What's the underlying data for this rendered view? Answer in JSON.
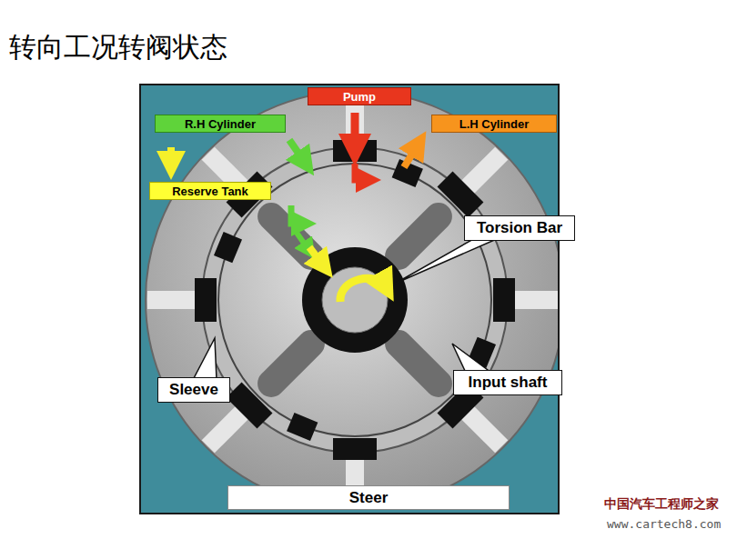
{
  "diagram": {
    "title": "转向工况转阀状态",
    "nodes": [
      {
        "text": [
          "Pump"
        ]
      },
      {
        "text": [
          "R.H Cylinder"
        ]
      },
      {
        "text": [
          "L.H Cylinder"
        ]
      },
      {
        "text": [
          "Reserve Tank"
        ]
      },
      {
        "text": [
          "Torsion Bar"
        ]
      },
      {
        "text": [
          "Sleeve"
        ]
      },
      {
        "text": [
          "Input shaft"
        ]
      },
      {
        "text": [
          "Steer"
        ]
      }
    ],
    "labels": [
      "中国汽车工程师之家",
      "www.cartech8.com"
    ]
  }
}
